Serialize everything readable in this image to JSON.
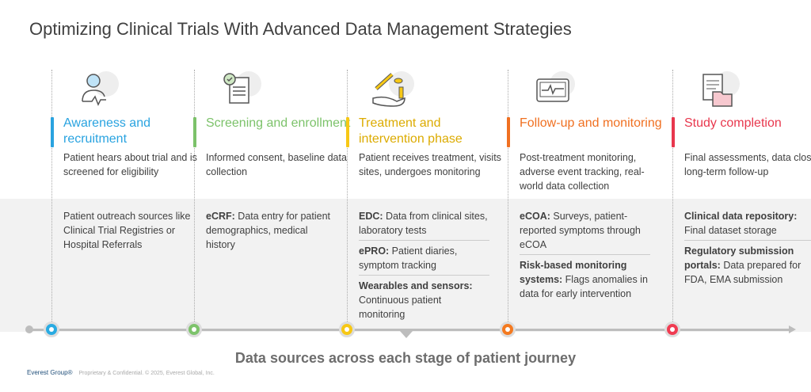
{
  "title": "Optimizing Clinical Trials With Advanced Data Management Strategies",
  "caption": "Data sources across each stage of patient journey",
  "footer": {
    "logo": "Everest Group®",
    "text": "Proprietary & Confidential. © 2025, Everest Global, Inc."
  },
  "stages": [
    {
      "icon": "person-heartbeat-icon",
      "color": "#29a3e0",
      "heading": "Awareness and recruitment",
      "desc": "Patient hears about trial and is screened for eligibility",
      "sources": [
        {
          "label": "",
          "text": "Patient outreach sources like Clinical Trial Registries or Hospital Referrals"
        }
      ]
    },
    {
      "icon": "checked-document-icon",
      "color": "#7cc26a",
      "heading": "Screening and enrollment",
      "desc": "Informed consent, baseline data collection",
      "sources": [
        {
          "label": "eCRF:",
          "text": " Data entry for patient demographics, medical history"
        }
      ]
    },
    {
      "icon": "syringe-pills-hand-icon",
      "color": "#dcab00",
      "bar": "#f7c815",
      "heading": "Treatment and intervention phase",
      "desc": "Patient receives treatment, visits sites, undergoes monitoring",
      "sources": [
        {
          "label": "EDC:",
          "text": " Data from clinical sites, laboratory tests"
        },
        {
          "label": "ePRO:",
          "text": " Patient diaries, symptom tracking"
        },
        {
          "label": "Wearables and sensors:",
          "text": " Continuous patient monitoring"
        }
      ]
    },
    {
      "icon": "heart-monitor-icon",
      "color": "#f07021",
      "heading": "Follow-up and monitoring",
      "desc": "Post-treatment monitoring, adverse event tracking, real-world data collection",
      "sources": [
        {
          "label": "eCOA:",
          "text": " Surveys, patient-reported symptoms through eCOA"
        },
        {
          "label": "Risk-based monitoring systems:",
          "text": " Flags anomalies in data for early intervention"
        }
      ]
    },
    {
      "icon": "document-folder-icon",
      "color": "#e8374d",
      "heading": "Study completion",
      "desc": "Final assessments, data closure, long-term follow-up",
      "sources": [
        {
          "label": "Clinical data repository:",
          "text": " Final dataset storage"
        },
        {
          "label": "Regulatory submission portals:",
          "text": " Data prepared for FDA, EMA submission"
        }
      ]
    }
  ]
}
